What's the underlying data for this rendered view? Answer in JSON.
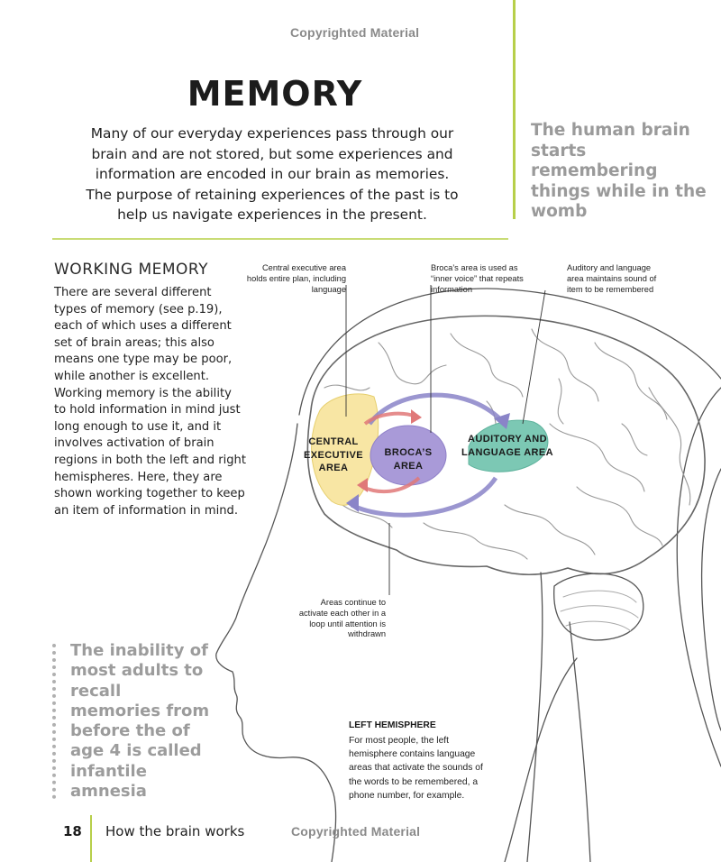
{
  "copyright": "Copyrighted Material",
  "title": "MEMORY",
  "intro": "Many of our everyday experiences pass through our brain and are not stored, but some experiences and information are encoded in our brain as memories. The purpose of retaining experiences of the past is to help us navigate experiences in the present.",
  "side_quote": "The human brain starts remembering things while in the womb",
  "working_memory": {
    "heading": "WORKING MEMORY",
    "body": "There are several different types of memory (see p.19), each of which uses a different set of brain areas; this also means one type may be poor, while another is excellent. Working memory is the ability to hold information in mind just long enough to use it, and it involves activation of brain regions in both the left and right hemispheres. Here, they are shown working together to keep an item of information in mind."
  },
  "callouts": {
    "central_executive": "Central executive area holds entire plan, including language",
    "broca": "Broca’s area is used as “inner voice” that repeats information",
    "auditory": "Auditory and language area maintains sound of item to be remembered",
    "loop": "Areas continue to activate each other in a loop until attention is withdrawn"
  },
  "areas": {
    "central_executive": "CENTRAL EXECUTIVE AREA",
    "broca": "BROCA’S AREA",
    "auditory": "AUDITORY AND LANGUAGE AREA"
  },
  "left_hemisphere": {
    "title": "LEFT HEMISPHERE",
    "body": "For most people, the left hemisphere contains language areas that activate the sounds of the words to be remembered, a phone number, for example."
  },
  "infantile_quote": "The inability of most adults to recall memories from before the of age 4 is called infantile amnesia",
  "footer": {
    "page_number": "18",
    "running_head": "How the brain works"
  },
  "colors": {
    "accent_green": "#b7cf4a",
    "central_executive_area": "#f7e39a",
    "broca_area": "#a99ad8",
    "auditory_area": "#7cc8b4",
    "loop_arrow": "#8a84c8",
    "link_arrow": "#e07878"
  }
}
